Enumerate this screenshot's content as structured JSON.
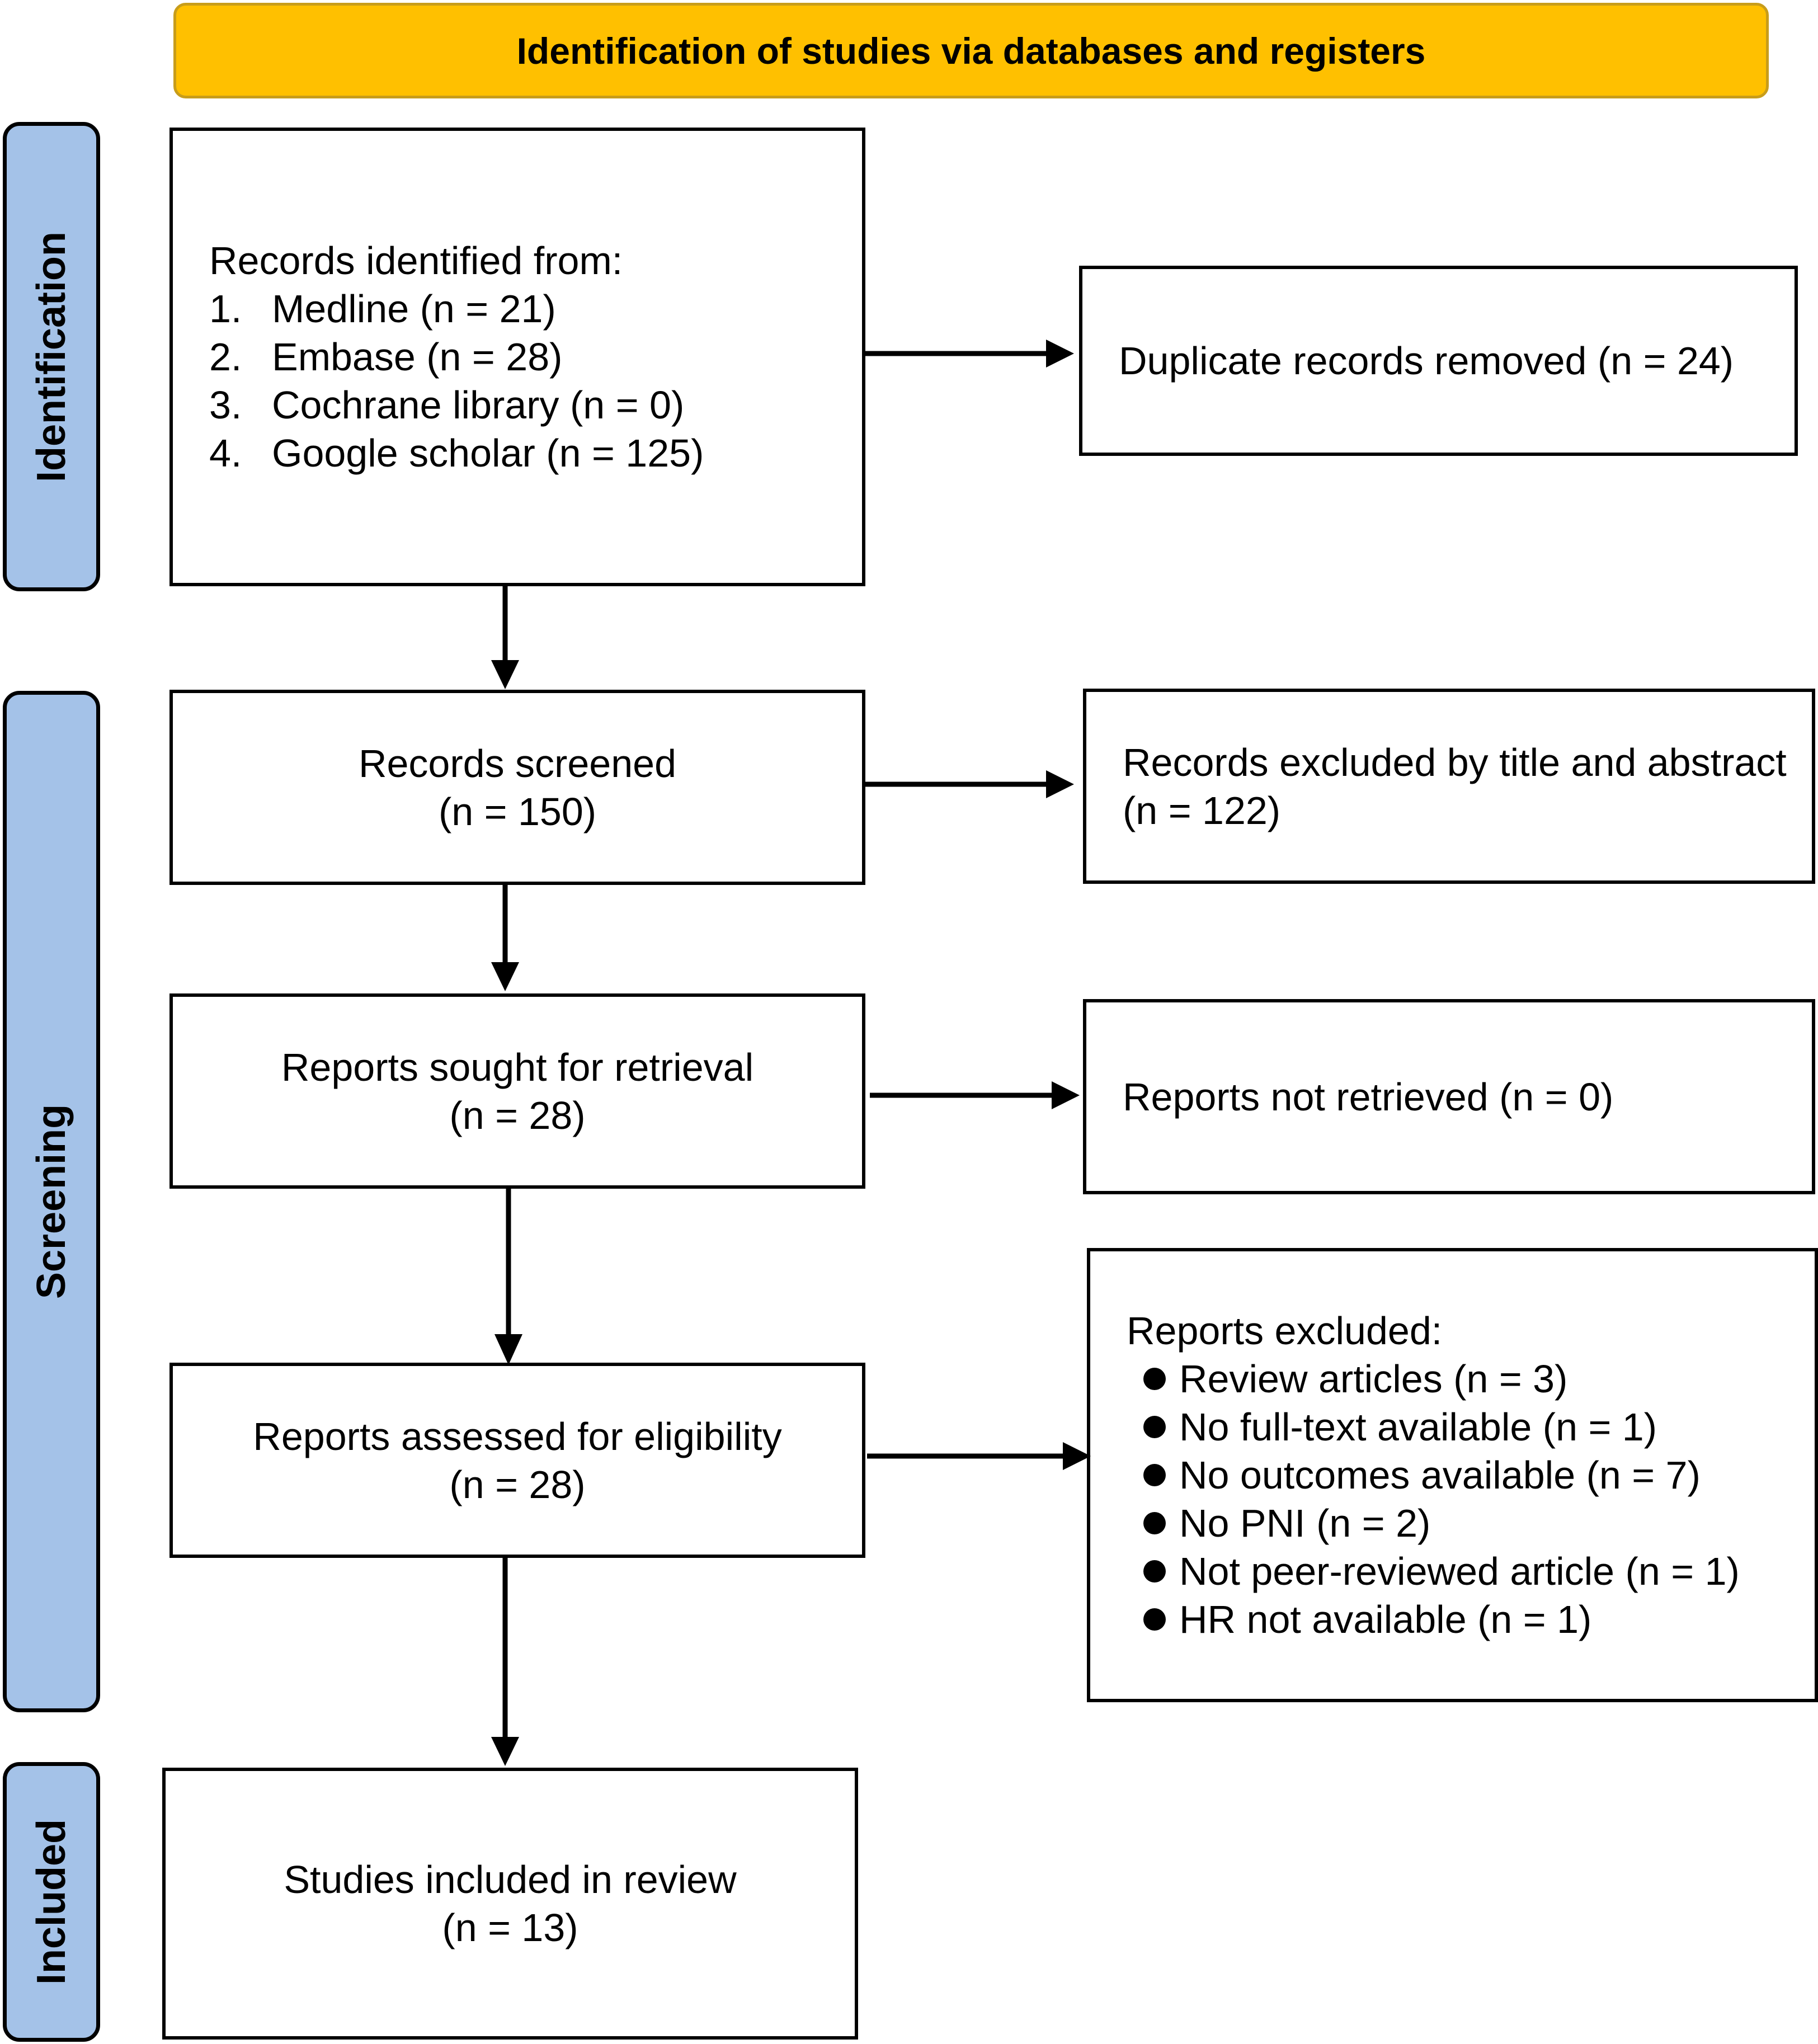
{
  "header": {
    "title": "Identification of studies via databases and registers"
  },
  "stages": {
    "identification": "Identification",
    "screening": "Screening",
    "included": "Included"
  },
  "identified": {
    "heading": "Records identified from:",
    "sources": [
      {
        "num": "1.",
        "text": "Medline (n = 21)"
      },
      {
        "num": "2.",
        "text": "Embase (n = 28)"
      },
      {
        "num": "3.",
        "text": "Cochrane library (n = 0)"
      },
      {
        "num": "4.",
        "text": "Google scholar (n = 125)"
      }
    ]
  },
  "duplicates": {
    "text": "Duplicate records removed (n = 24)"
  },
  "screened": {
    "line1": "Records screened",
    "line2": "(n = 150)"
  },
  "excluded_title": {
    "text": "Records excluded by title and abstract (n = 122)"
  },
  "sought": {
    "line1": "Reports sought for retrieval",
    "line2": "(n = 28)"
  },
  "not_retrieved": {
    "text": "Reports not retrieved (n = 0)"
  },
  "assessed": {
    "line1": "Reports assessed for eligibility",
    "line2": "(n = 28)"
  },
  "reports_excluded": {
    "heading": "Reports excluded:",
    "items": [
      "Review articles (n = 3)",
      "No full-text available (n = 1)",
      "No outcomes available (n = 7)",
      "No PNI (n = 2)",
      "Not peer-reviewed article (n = 1)",
      "HR not available (n = 1)"
    ]
  },
  "included_box": {
    "line1": "Studies included in review",
    "line2": "(n = 13)"
  }
}
